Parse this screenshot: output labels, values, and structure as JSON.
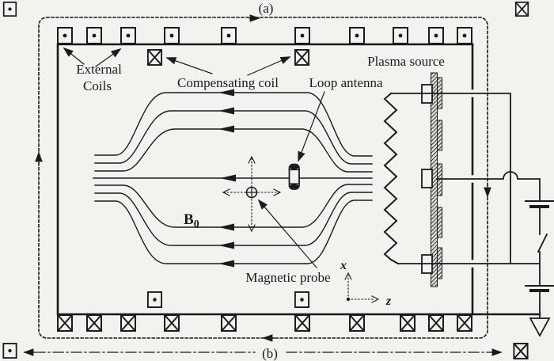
{
  "figure": {
    "title_semantics": "Plasma device schematic with external coils, compensating coils, plasma source and diagnostics",
    "labels": {
      "panel_top": "(a)",
      "panel_bottom": "(b)",
      "external_coils": [
        "External",
        "Coils"
      ],
      "compensating_coil": "Compensating coil",
      "loop_antenna": "Loop antenna",
      "plasma_source": "Plasma source",
      "magnetic_probe": "Magnetic probe",
      "field_label": "B",
      "field_label_subscript": "0",
      "axis_vertical": "x",
      "axis_horizontal": "z"
    },
    "icons": {
      "coil_current_out_of_page": "dot-in-box",
      "coil_current_into_page": "cross-in-box",
      "battery": "long-short-plate-pair",
      "switch": "open-blade",
      "ground": "open-triangle",
      "filament": "vertical-zigzag",
      "field_direction": "left-pointing-arrowheads"
    },
    "colors": {
      "ink": "#1b1b1b",
      "background": "#f2f2ef"
    }
  }
}
